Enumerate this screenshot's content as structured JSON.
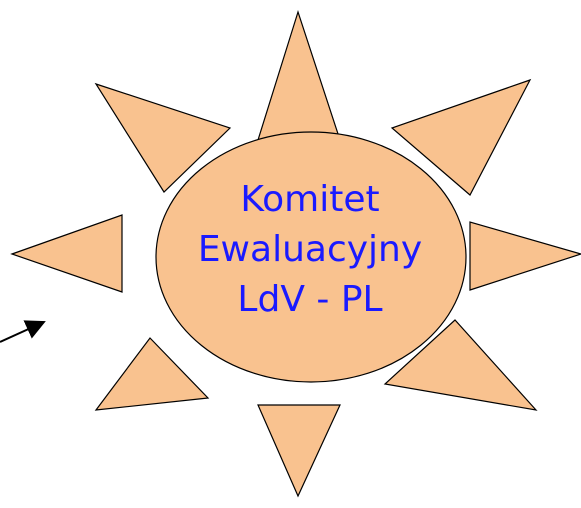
{
  "center_label": {
    "lines": [
      "Komitet",
      "Ewaluacyjny",
      "LdV - PL"
    ]
  },
  "colors": {
    "fill": "#f9c28f",
    "stroke": "#000000",
    "text": "#1a1aff"
  }
}
